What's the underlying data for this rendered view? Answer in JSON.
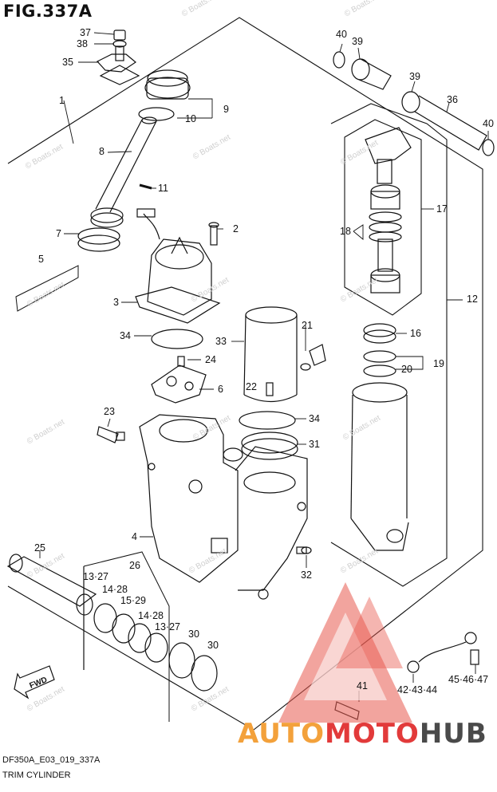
{
  "figure": {
    "title": "FIG.337A",
    "code": "DF350A_E03_019_337A",
    "caption": "TRIM CYLINDER"
  },
  "watermark": "© Boats.net",
  "logo": {
    "part1": "AUTO",
    "part2": "MOTO",
    "part3": "HUB"
  },
  "callouts": [
    {
      "id": "c37",
      "text": "37"
    },
    {
      "id": "c38",
      "text": "38"
    },
    {
      "id": "c35",
      "text": "35"
    },
    {
      "id": "c1",
      "text": "1"
    },
    {
      "id": "c9",
      "text": "9"
    },
    {
      "id": "c10",
      "text": "10"
    },
    {
      "id": "c8",
      "text": "8"
    },
    {
      "id": "c11",
      "text": "11"
    },
    {
      "id": "c2",
      "text": "2"
    },
    {
      "id": "c7",
      "text": "7"
    },
    {
      "id": "c5",
      "text": "5"
    },
    {
      "id": "c3",
      "text": "3"
    },
    {
      "id": "c34a",
      "text": "34"
    },
    {
      "id": "c24",
      "text": "24"
    },
    {
      "id": "c6",
      "text": "6"
    },
    {
      "id": "c33",
      "text": "33"
    },
    {
      "id": "c21",
      "text": "21"
    },
    {
      "id": "c22",
      "text": "22"
    },
    {
      "id": "c34b",
      "text": "34"
    },
    {
      "id": "c31",
      "text": "31"
    },
    {
      "id": "c23",
      "text": "23"
    },
    {
      "id": "c4",
      "text": "4"
    },
    {
      "id": "c40a",
      "text": "40"
    },
    {
      "id": "c39a",
      "text": "39"
    },
    {
      "id": "c39b",
      "text": "39"
    },
    {
      "id": "c36",
      "text": "36"
    },
    {
      "id": "c40b",
      "text": "40"
    },
    {
      "id": "c17",
      "text": "17"
    },
    {
      "id": "c18",
      "text": "18"
    },
    {
      "id": "c12",
      "text": "12"
    },
    {
      "id": "c16",
      "text": "16"
    },
    {
      "id": "c20",
      "text": "20"
    },
    {
      "id": "c19",
      "text": "19"
    },
    {
      "id": "c25",
      "text": "25"
    },
    {
      "id": "c26",
      "text": "26"
    },
    {
      "id": "c1327a",
      "text": "13·27"
    },
    {
      "id": "c1428a",
      "text": "14·28"
    },
    {
      "id": "c1529",
      "text": "15·29"
    },
    {
      "id": "c1428b",
      "text": "14·28"
    },
    {
      "id": "c1327b",
      "text": "13·27"
    },
    {
      "id": "c30a",
      "text": "30"
    },
    {
      "id": "c30b",
      "text": "30"
    },
    {
      "id": "c32",
      "text": "32"
    },
    {
      "id": "c41",
      "text": "41"
    },
    {
      "id": "c424344",
      "text": "42·43·44"
    },
    {
      "id": "c454647",
      "text": "45·46·47"
    }
  ],
  "fwd_label": "FWD"
}
